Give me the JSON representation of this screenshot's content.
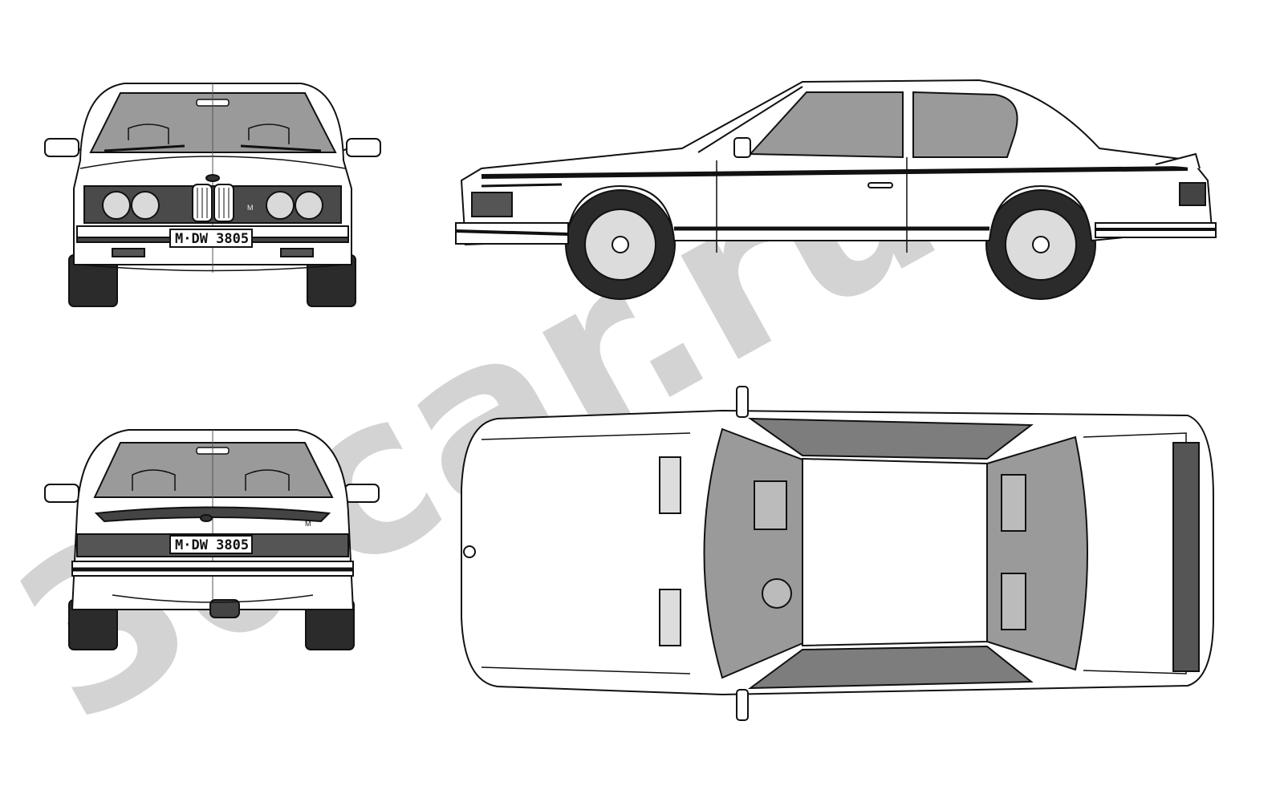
{
  "watermark": {
    "text": "3dcar.ru",
    "color": "#d0d0d0"
  },
  "front_view": {
    "plate_text": "M·DW 3805",
    "badge_text": "M"
  },
  "rear_view": {
    "plate_text": "M·DW 3805",
    "badge_text": "M"
  },
  "colors": {
    "line": "#111111",
    "glass": "#9a9a9a",
    "glass_dark": "#7d7d7d",
    "tire": "#2b2b2b",
    "trim": "#3a3a3a",
    "paper": "#ffffff"
  }
}
